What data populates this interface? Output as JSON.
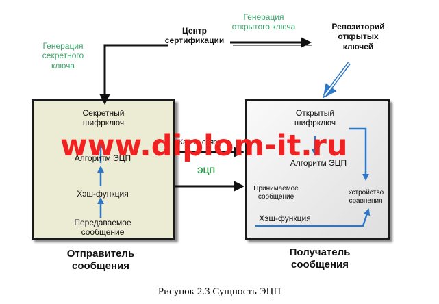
{
  "top": {
    "generate_private_key": "Генерация\nсекретного\nключа",
    "generate_public_key": "Генерация\nоткрытого ключа",
    "certification_center": "Центр\nсертификации",
    "public_key_repository": "Репозиторий\nоткрытых\nключей"
  },
  "sender": {
    "private_key": "Секретный\nшифрключ",
    "algorithm": "Алгоритм ЭЦП",
    "hash_function": "Хэш-функция",
    "message": "Передаваемое\nсообщение",
    "title": "Отправитель\nсообщения"
  },
  "channel": {
    "label": "Канал связи",
    "signature": "ЭЦП"
  },
  "receiver": {
    "public_key": "Открытый\nшифрключ",
    "algorithm": "Алгоритм ЭЦП",
    "received_message": "Принимаемое\nсообщение",
    "compare_device": "Устройство\nсравнения",
    "hash_function": "Хэш-функция",
    "title": "Получатель\nсообщения"
  },
  "watermark": "www.diplom-it.ru",
  "caption": "Рисунок 2.3 Сущность ЭЦП",
  "colors": {
    "sender_fill": "#ecebd4",
    "receiver_fill": "#e8e8e8",
    "blue_arrow": "#2d77c8",
    "green_text": "#3aa56a",
    "watermark": "#f22121"
  }
}
